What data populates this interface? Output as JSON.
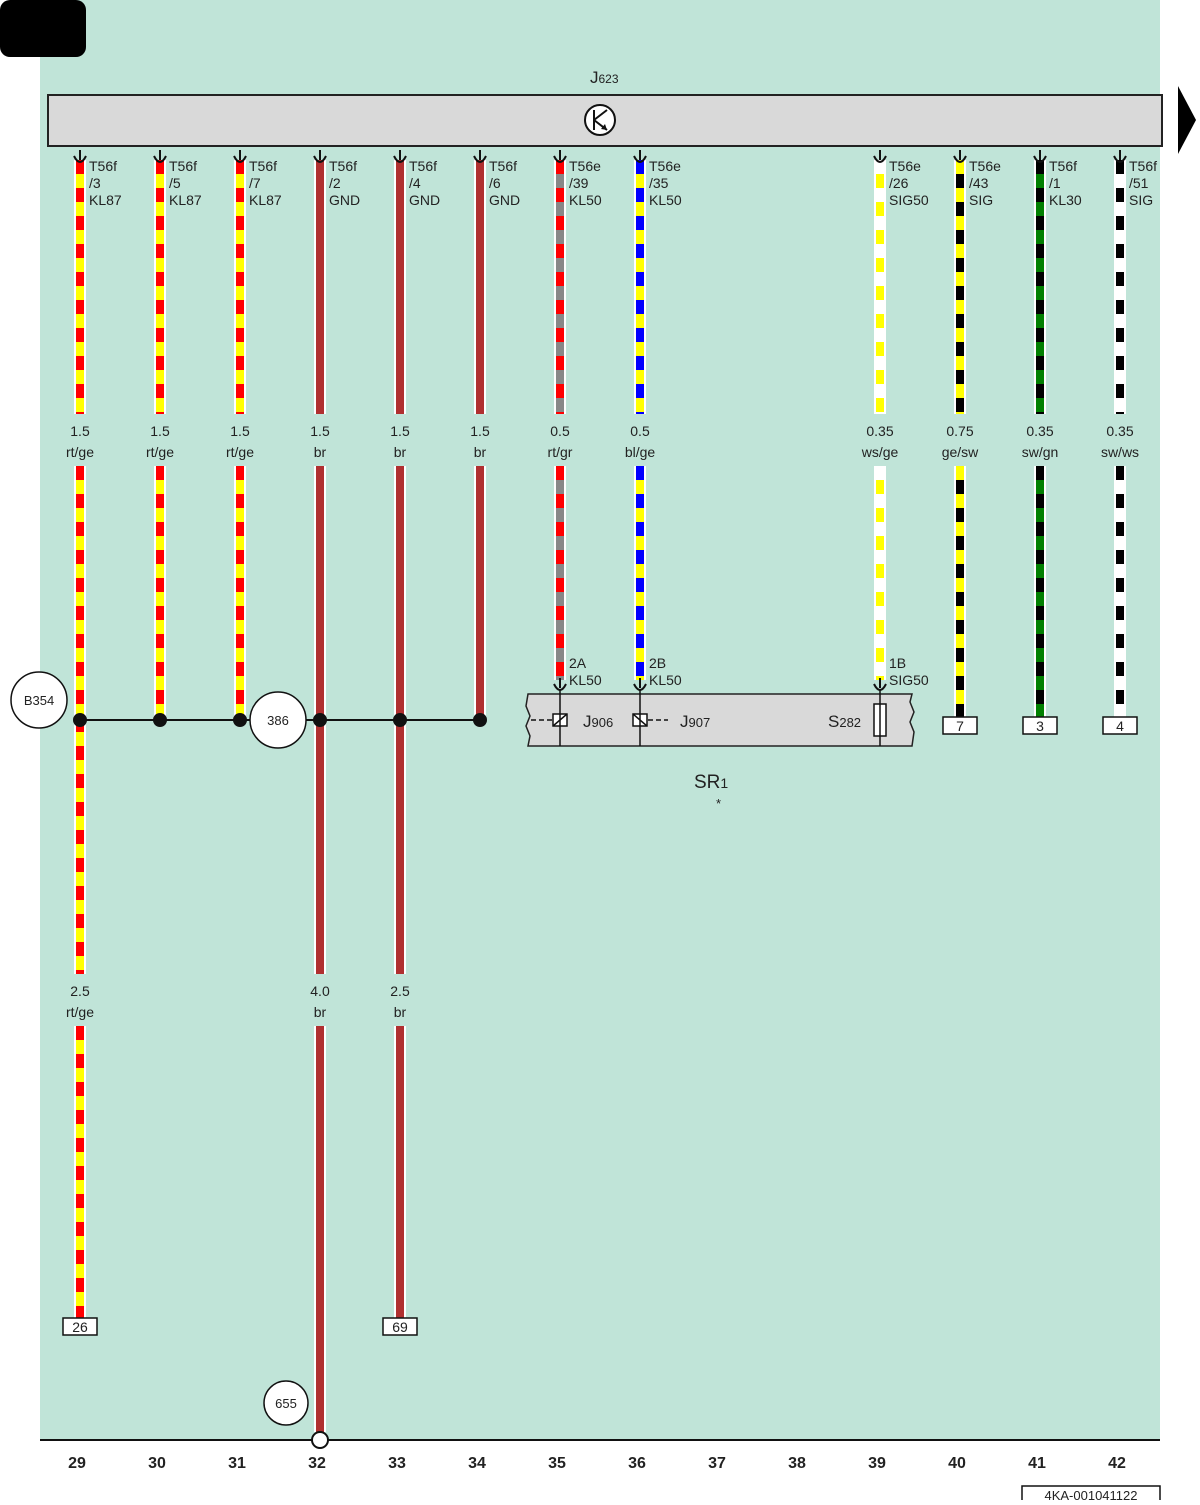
{
  "diagram": {
    "background": "#c0e4d8",
    "component_main": {
      "label": "J",
      "sub": "623"
    },
    "wires": [
      {
        "col": 29,
        "pin": [
          "T56f",
          "/3",
          "KL87"
        ],
        "size": "1.5",
        "color": "rt/ge",
        "pattern": [
          "#ff0000",
          "#ffff00"
        ],
        "size2": "2.5",
        "color2": "rt/ge"
      },
      {
        "col": 30,
        "pin": [
          "T56f",
          "/5",
          "KL87"
        ],
        "size": "1.5",
        "color": "rt/ge",
        "pattern": [
          "#ff0000",
          "#ffff00"
        ]
      },
      {
        "col": 31,
        "pin": [
          "T56f",
          "/7",
          "KL87"
        ],
        "size": "1.5",
        "color": "rt/ge",
        "pattern": [
          "#ff0000",
          "#ffff00"
        ]
      },
      {
        "col": 32,
        "pin": [
          "T56f",
          "/2",
          "GND"
        ],
        "size": "1.5",
        "color": "br",
        "pattern": [
          "#b03030"
        ],
        "size2": "4.0",
        "color2": "br"
      },
      {
        "col": 33,
        "pin": [
          "T56f",
          "/4",
          "GND"
        ],
        "size": "1.5",
        "color": "br",
        "pattern": [
          "#b03030"
        ],
        "size2": "2.5",
        "color2": "br"
      },
      {
        "col": 34,
        "pin": [
          "T56f",
          "/6",
          "GND"
        ],
        "size": "1.5",
        "color": "br",
        "pattern": [
          "#b03030"
        ]
      },
      {
        "col": 35,
        "pin": [
          "T56e",
          "/39",
          "KL50"
        ],
        "size": "0.5",
        "color": "rt/gr",
        "pattern": [
          "#ff0000",
          "#888888"
        ],
        "pin_bottom": [
          "2A",
          "KL50"
        ]
      },
      {
        "col": 36,
        "pin": [
          "T56e",
          "/35",
          "KL50"
        ],
        "size": "0.5",
        "color": "bl/ge",
        "pattern": [
          "#0000ff",
          "#ffff00"
        ],
        "pin_bottom": [
          "2B",
          "KL50"
        ]
      },
      {
        "col": 39,
        "pin": [
          "T56e",
          "/26",
          "SIG50"
        ],
        "size": "0.35",
        "color": "ws/ge",
        "pattern": [
          "#ffffff",
          "#ffff00"
        ],
        "pin_bottom": [
          "1B",
          "SIG50"
        ]
      },
      {
        "col": 40,
        "pin": [
          "T56e",
          "/43",
          "SIG"
        ],
        "size": "0.75",
        "color": "ge/sw",
        "pattern": [
          "#ffff00",
          "#000000"
        ],
        "ref": "7"
      },
      {
        "col": 41,
        "pin": [
          "T56f",
          "/1",
          "KL30"
        ],
        "size": "0.35",
        "color": "sw/gn",
        "pattern": [
          "#000000",
          "#008000"
        ],
        "ref": "3"
      },
      {
        "col": 42,
        "pin": [
          "T56f",
          "/51",
          "SIG"
        ],
        "size": "0.35",
        "color": "sw/ws",
        "pattern": [
          "#000000",
          "#ffffff"
        ],
        "ref": "4"
      }
    ],
    "refs_bottom": [
      {
        "col": 29,
        "label": "26"
      },
      {
        "col": 33,
        "label": "69"
      }
    ],
    "circle_labels": {
      "b354": "B354",
      "c386": "386",
      "c655": "655"
    },
    "relay_box": {
      "j906": {
        "label": "J",
        "sub": "906"
      },
      "j907": {
        "label": "J",
        "sub": "907"
      },
      "s282": {
        "label": "S",
        "sub": "282"
      },
      "sr": {
        "label": "SR",
        "sub": "1"
      },
      "star": "*"
    },
    "columns": [
      "29",
      "30",
      "31",
      "32",
      "33",
      "34",
      "35",
      "36",
      "37",
      "38",
      "39",
      "40",
      "41",
      "42"
    ],
    "code": "4KA-001041122"
  }
}
